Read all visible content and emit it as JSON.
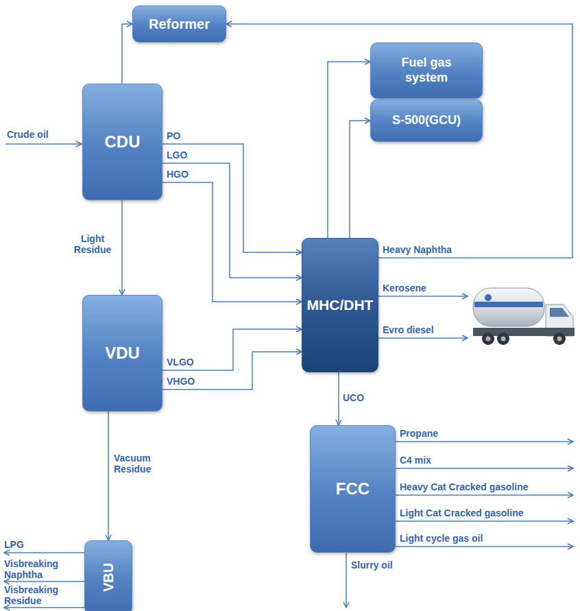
{
  "diagram": {
    "nodes": [
      {
        "text": [
          "Reformer"
        ]
      },
      {
        "text": [
          "CDU"
        ]
      },
      {
        "text": [
          "Fuel gas system"
        ]
      },
      {
        "text": [
          "S-500(GCU)"
        ]
      },
      {
        "text": [
          "MHC/DHT"
        ]
      },
      {
        "text": [
          "VDU"
        ]
      },
      {
        "text": [
          "FCC"
        ]
      },
      {
        "text": [
          "VBU"
        ]
      }
    ],
    "edges": [
      {
        "from": 1,
        "to": 0,
        "arrow": "to"
      },
      {
        "from": 1,
        "to": 4,
        "label": "PO",
        "arrow": "to"
      },
      {
        "from": 1,
        "to": 4,
        "label": "LGO",
        "arrow": "to"
      },
      {
        "from": 1,
        "to": 4,
        "label": "HGO",
        "arrow": "to"
      },
      {
        "from": 1,
        "to": 5,
        "label": "Light Residue",
        "arrow": "to"
      },
      {
        "from": 5,
        "to": 4,
        "label": "VLGO",
        "arrow": "to"
      },
      {
        "from": 5,
        "to": 4,
        "label": "VHGO",
        "arrow": "to"
      },
      {
        "from": 5,
        "to": 7,
        "label": "Vacuum Residue",
        "arrow": "to"
      },
      {
        "from": 4,
        "to": 2,
        "arrow": "to"
      },
      {
        "from": 4,
        "to": 3,
        "arrow": "to"
      },
      {
        "from": 4,
        "to": 0,
        "label": "Heavy Naphtha",
        "arrow": "to"
      },
      {
        "from": 4,
        "to": 6,
        "label": "UCO",
        "arrow": "to"
      }
    ],
    "labels": [
      "Crude oil",
      "Kerosene",
      "Evro diesel",
      "Propane",
      "C4 mix",
      "Heavy Cat Cracked gasoline",
      "Light Cat Cracked gasoline",
      "Light cycle gas oil",
      "Slurry oil",
      "LPG",
      "Visbreaking Naphtha",
      "Visbreaking Residue"
    ]
  }
}
